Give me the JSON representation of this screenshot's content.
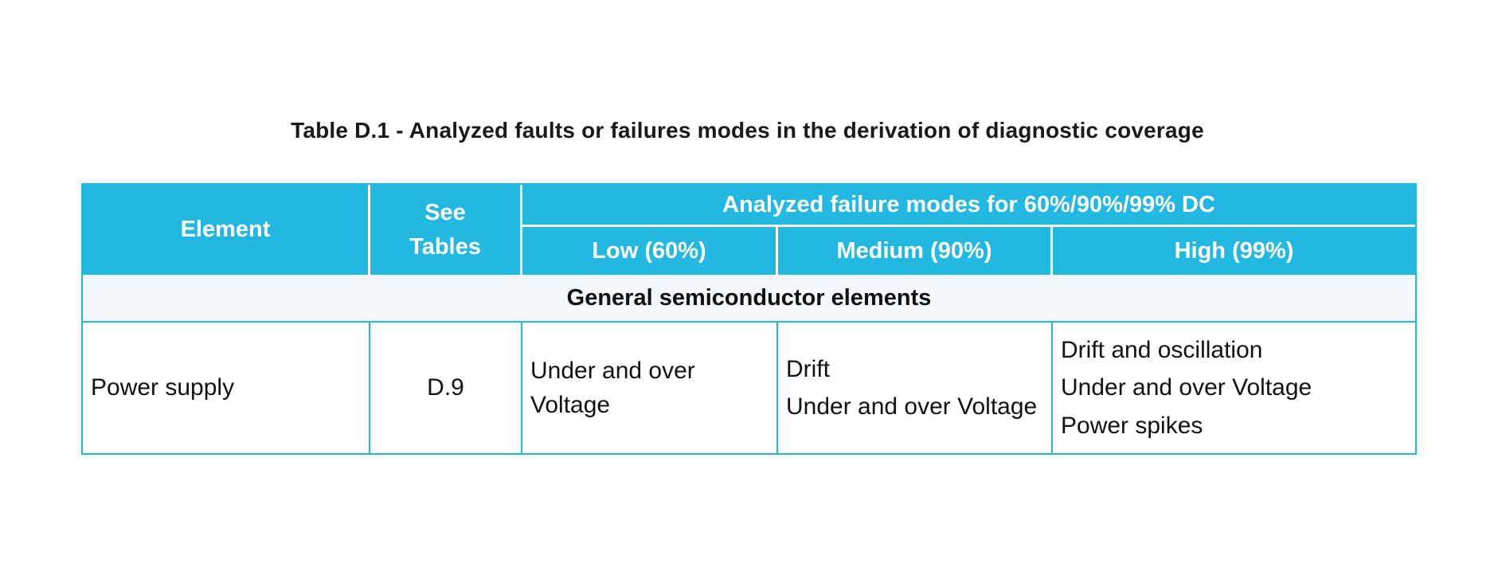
{
  "title": "Table D.1 - Analyzed faults or failures modes in the derivation of diagnostic coverage",
  "colors": {
    "header_bg": "#22B8E1",
    "header_text": "#ffffff",
    "section_bg": "#F3F7FB",
    "body_text": "#111111",
    "border_cyan": "#22B8E1",
    "header_divider": "#ffffff"
  },
  "table": {
    "col_element_label": "Element",
    "col_see_tables_label": "See Tables",
    "spanning_header": "Analyzed failure modes for 60%/90%/99% DC",
    "sub_headers": [
      "Low (60%)",
      "Medium (90%)",
      "High (99%)"
    ],
    "section_header": "General semiconductor elements",
    "rows": [
      {
        "element": "Power supply",
        "see_tables": "D.9",
        "low": [
          "Under and over Voltage"
        ],
        "medium": [
          "Drift",
          "Under and over Voltage"
        ],
        "high": [
          "Drift and oscillation",
          "Under and over Voltage",
          "Power spikes"
        ]
      }
    ]
  }
}
